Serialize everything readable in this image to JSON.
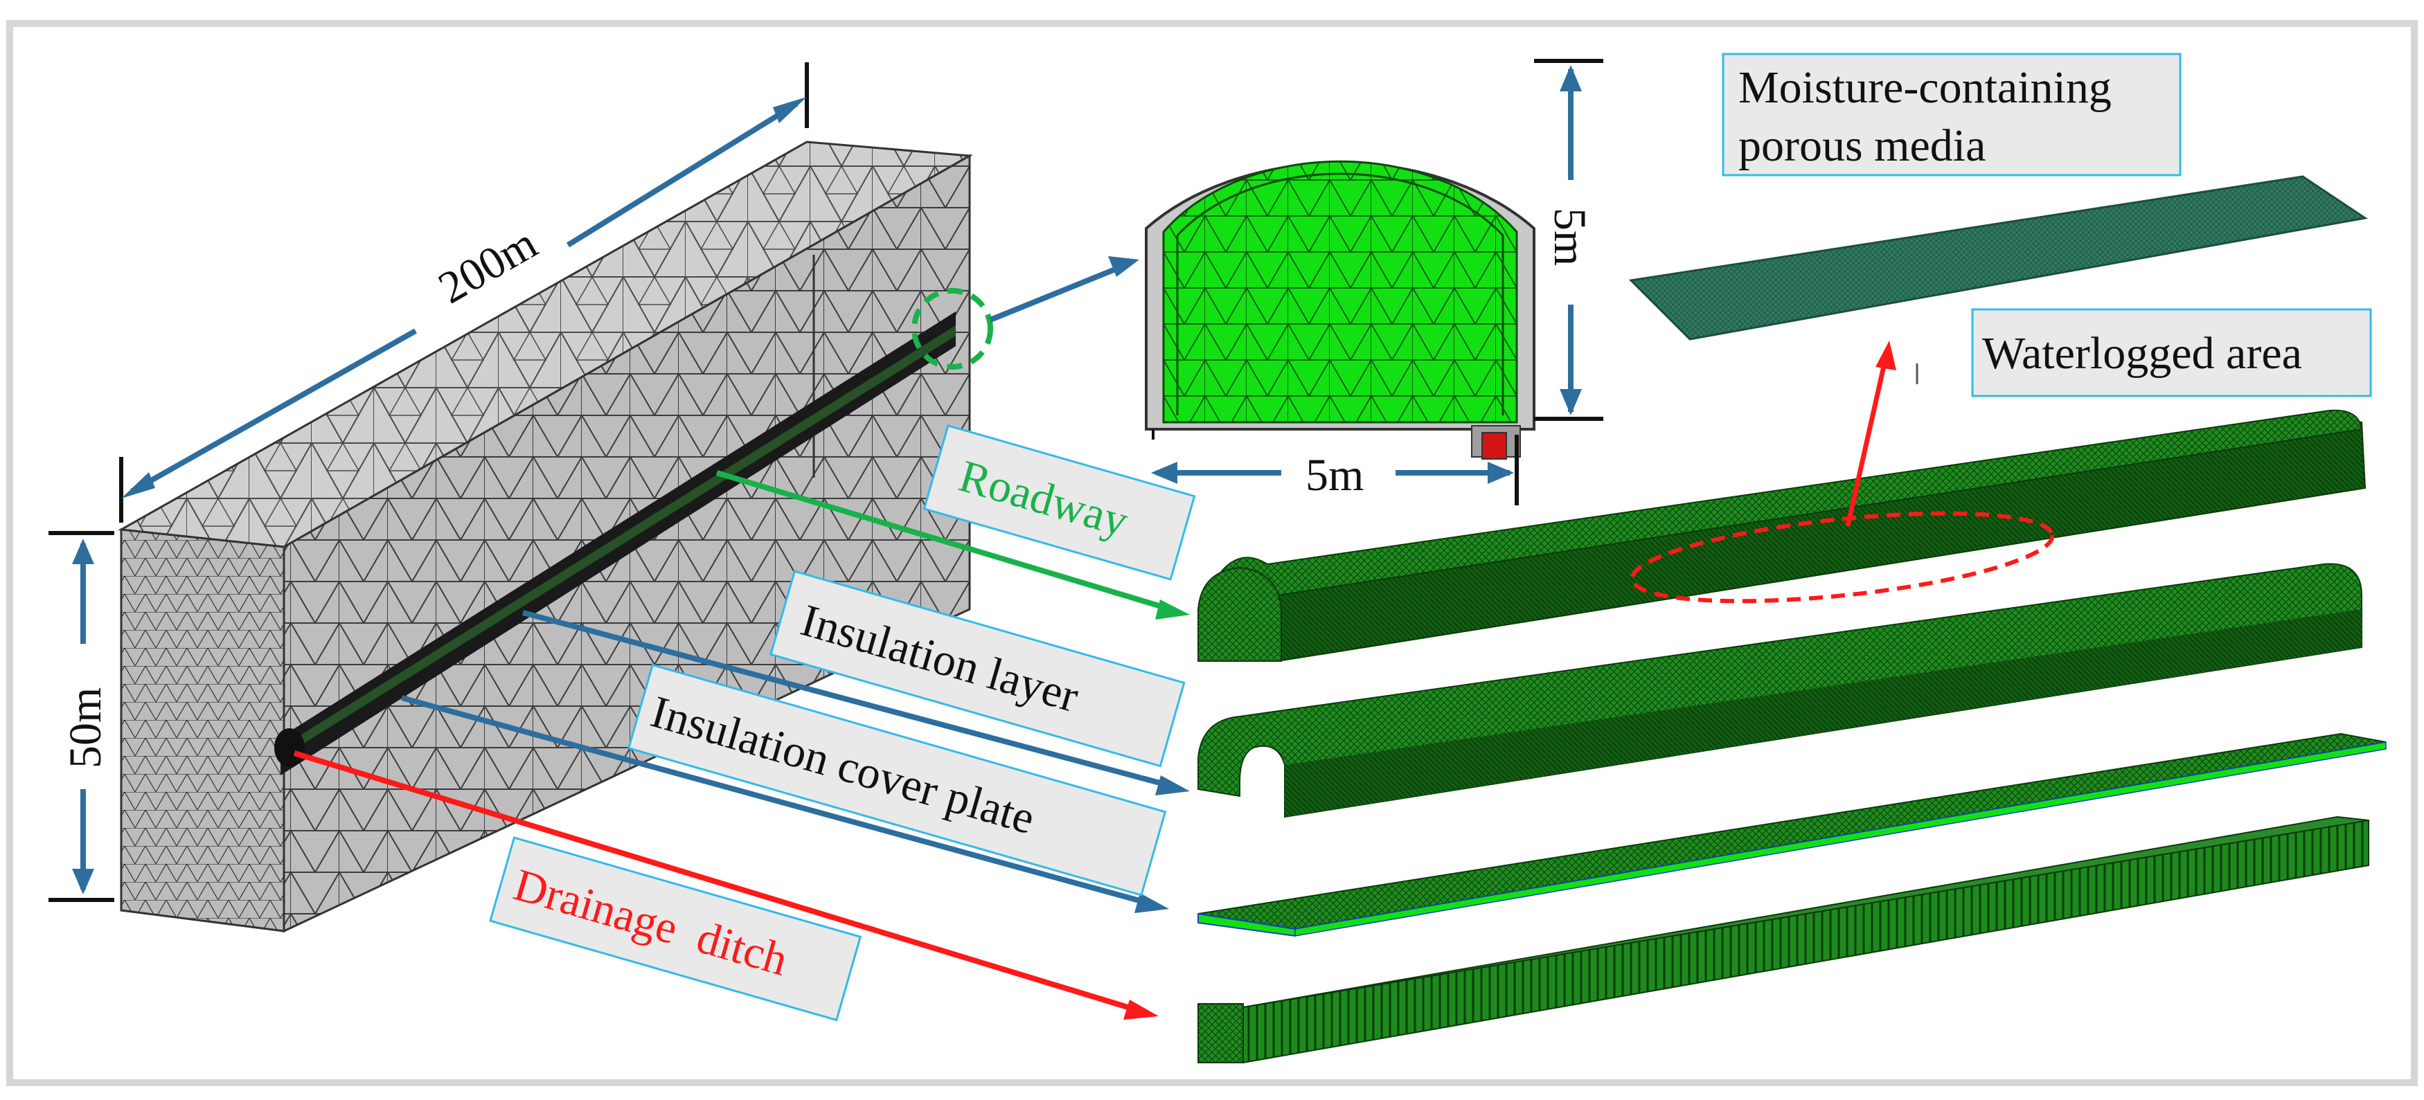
{
  "colors": {
    "mesh_gray": "#c9c9c9",
    "mesh_line": "#3a3a3a",
    "mesh_green": "#1f8f1f",
    "bright_green": "#13e013",
    "arrow_blue": "#2e6e9e",
    "arrow_red": "#ff1a1a",
    "arrow_green": "#19b24a",
    "label_border": "#33bbe8",
    "label_fill": "#e9e9e9",
    "frame": "#d9d9d9",
    "ditch_red": "#d21414"
  },
  "icons": [
    "dimension-arrow",
    "pointer-arrow",
    "dashed-circle-marker",
    "dashed-ellipse-marker"
  ],
  "dimensions": {
    "length": "200m",
    "height": "50m",
    "section_height": "5m",
    "section_width": "5m"
  },
  "labels": {
    "porous": "Moisture-containing porous media",
    "porous_line1": "Moisture-containing",
    "porous_line2": "porous media",
    "waterlogged": "Waterlogged area",
    "roadway": "Roadway",
    "insulation_layer": "Insulation layer",
    "cover_plate": "Insulation cover plate",
    "drainage": "Drainage  ditch"
  }
}
